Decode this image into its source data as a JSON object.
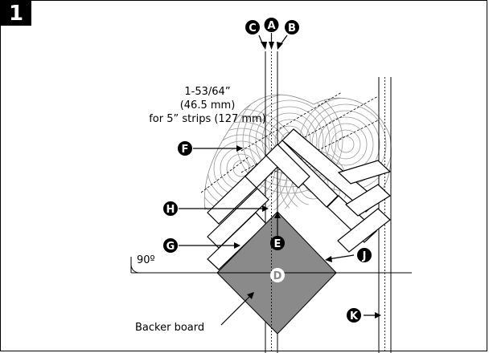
{
  "figure": {
    "step_number": "1",
    "dimension_lines": [
      "1-53/64”",
      "(46.5 mm)",
      "for 5” strips (127 mm)"
    ],
    "backer_label": "Backer board",
    "angle_label": "90º"
  },
  "callouts": {
    "A": "A",
    "B": "B",
    "C": "C",
    "D": "D",
    "E": "E",
    "F": "F",
    "G": "G",
    "H": "H",
    "J": "J",
    "K": "K"
  },
  "colors": {
    "line": "#000000",
    "backer_fill": "#8a8a8a",
    "wood_grain": "#999999",
    "badge": "#000000"
  }
}
